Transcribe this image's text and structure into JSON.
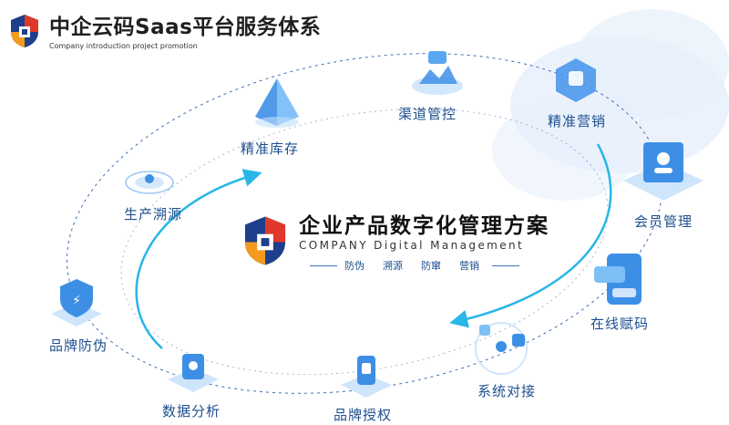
{
  "header": {
    "title": "中企云码Saas平台服务体系",
    "subtitle": "Company introduction project promotion"
  },
  "center": {
    "title": "企业产品数字化管理方案",
    "subtitle": "COMPANY Digital Management",
    "tags": [
      "防伪",
      "溯源",
      "防窜",
      "营销"
    ]
  },
  "nodes": {
    "precision_inventory": "精准库存",
    "channel_control": "渠道管控",
    "precision_marketing": "精准营销",
    "production_trace": "生产溯源",
    "member_management": "会员管理",
    "brand_anti_counterfeit": "品牌防伪",
    "online_coding": "在线赋码",
    "system_integration": "系统对接",
    "data_analysis": "数据分析",
    "brand_authorization": "品牌授权"
  },
  "colors": {
    "accent_blue": "#2b7de9",
    "arrow_cyan": "#29b6e8",
    "logo_red": "#e0392b",
    "logo_orange": "#f29b1d",
    "logo_navy": "#1d3f8c",
    "label_blue": "#1d4f8f"
  }
}
